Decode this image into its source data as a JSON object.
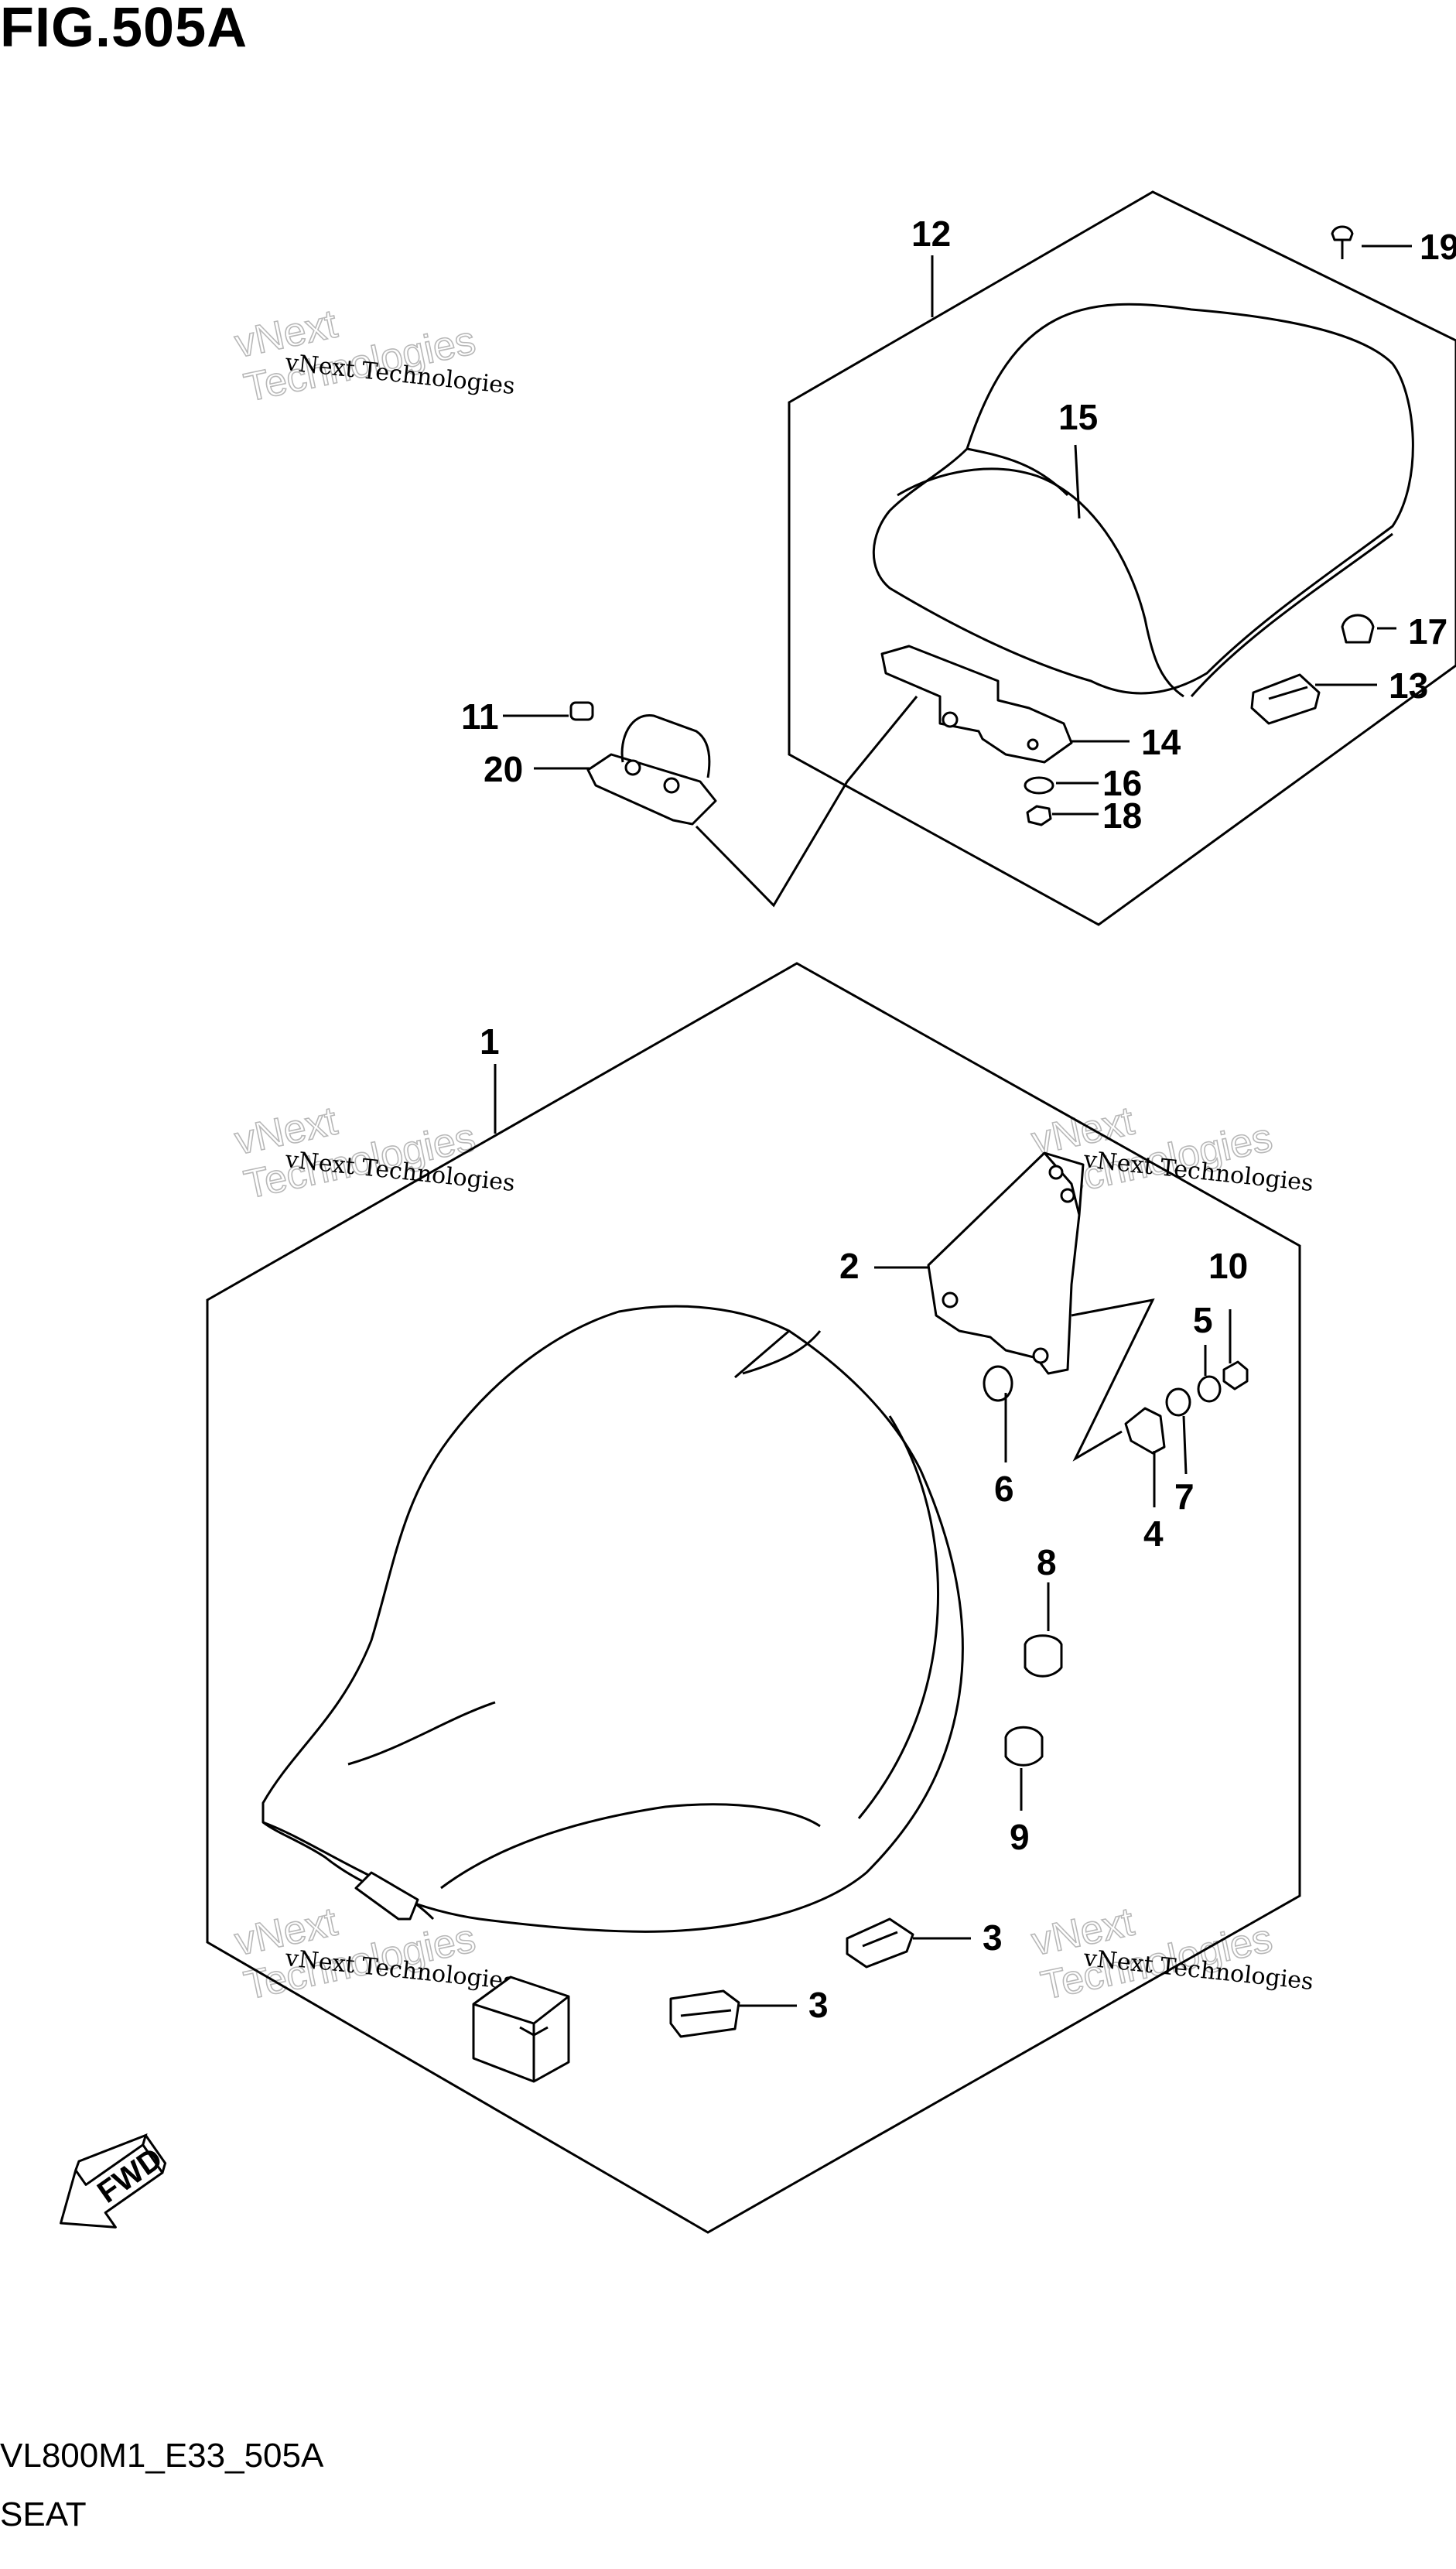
{
  "figure": {
    "title": "FIG.505A",
    "model_code": "VL800M1_E33_505A",
    "name": "SEAT"
  },
  "watermark": {
    "line1": "vNext Technologies",
    "line2": "vNext",
    "line3": "Technologies"
  },
  "fwd_label": "FWD",
  "callouts": [
    {
      "id": "c1",
      "label": "1"
    },
    {
      "id": "c2",
      "label": "2"
    },
    {
      "id": "c3a",
      "label": "3"
    },
    {
      "id": "c3b",
      "label": "3"
    },
    {
      "id": "c4",
      "label": "4"
    },
    {
      "id": "c5",
      "label": "5"
    },
    {
      "id": "c6",
      "label": "6"
    },
    {
      "id": "c7",
      "label": "7"
    },
    {
      "id": "c8",
      "label": "8"
    },
    {
      "id": "c9",
      "label": "9"
    },
    {
      "id": "c10",
      "label": "10"
    },
    {
      "id": "c11",
      "label": "11"
    },
    {
      "id": "c12",
      "label": "12"
    },
    {
      "id": "c13",
      "label": "13"
    },
    {
      "id": "c14",
      "label": "14"
    },
    {
      "id": "c15",
      "label": "15"
    },
    {
      "id": "c16",
      "label": "16"
    },
    {
      "id": "c17",
      "label": "17"
    },
    {
      "id": "c18",
      "label": "18"
    },
    {
      "id": "c19",
      "label": "19"
    },
    {
      "id": "c20",
      "label": "20"
    }
  ]
}
